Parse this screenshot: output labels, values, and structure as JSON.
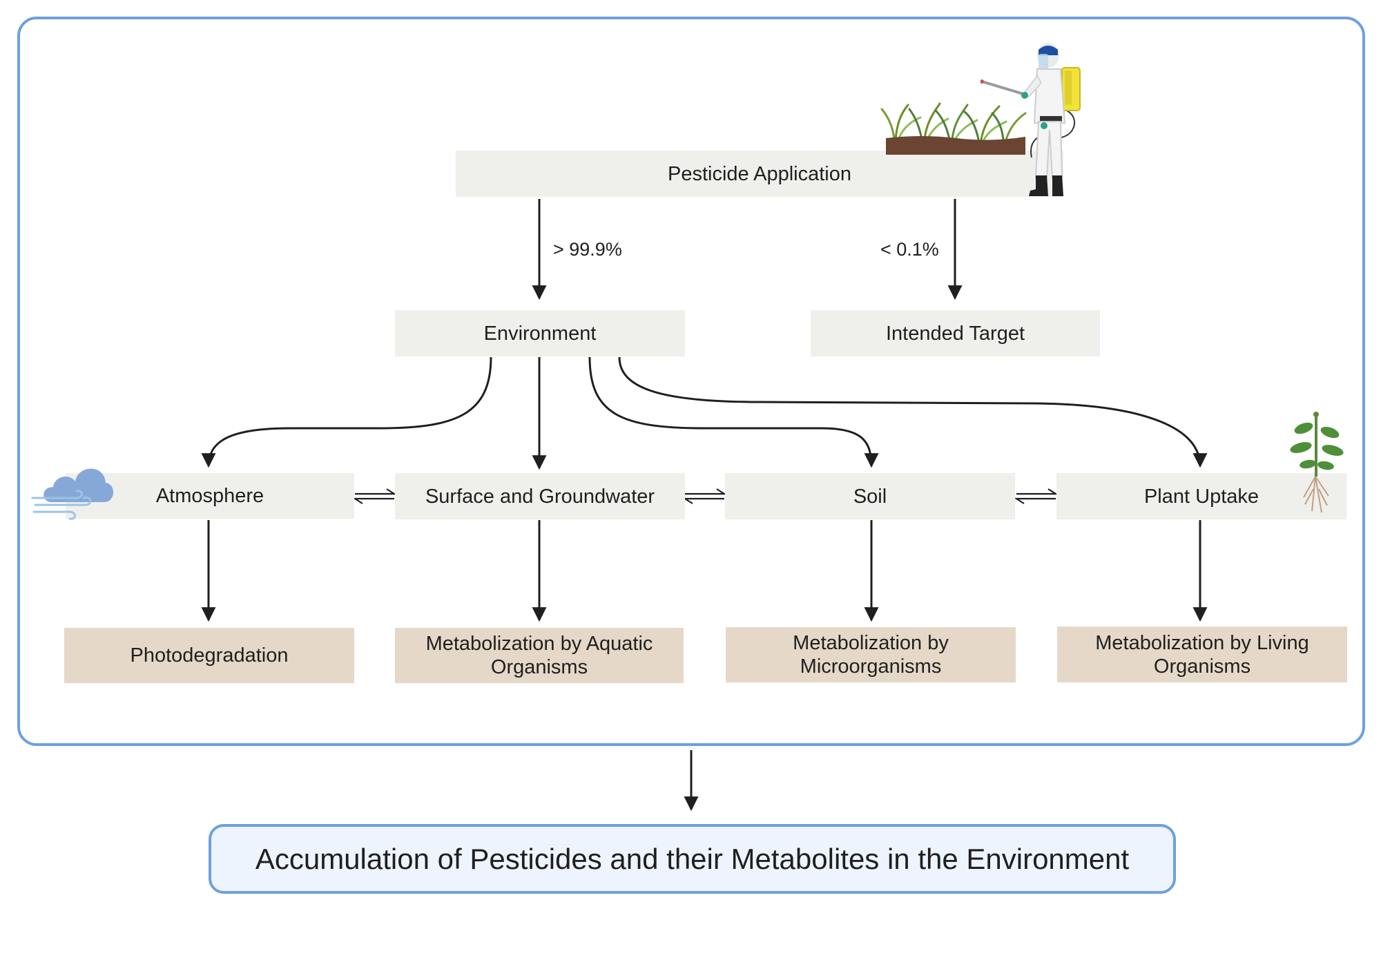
{
  "nodes": {
    "pesticide_application": "Pesticide Application",
    "environment": "Environment",
    "intended_target": "Intended Target",
    "atmosphere": "Atmosphere",
    "surface_groundwater": "Surface and Groundwater",
    "soil": "Soil",
    "plant_uptake": "Plant Uptake",
    "photodegradation": "Photodegradation",
    "metab_aquatic": "Metabolization by Aquatic Organisms",
    "metab_micro": "Metabolization by Microorganisms",
    "metab_living": "Metabolization by Living Organisms"
  },
  "edges": {
    "to_environment": "> 99.9%",
    "to_target": "< 0.1%"
  },
  "final": "Accumulation of Pesticides and their Metabolites in the Environment",
  "colors": {
    "frame": "#6e9fe0",
    "grey_box": "#eff0ec",
    "tan_box": "#e6d8c8",
    "final_box": "#edf4fd",
    "arrow": "#1f1f1f"
  },
  "icons": [
    "plants-soil-icon",
    "sprayer-worker-icon",
    "wind-cloud-icon",
    "plant-roots-icon"
  ]
}
